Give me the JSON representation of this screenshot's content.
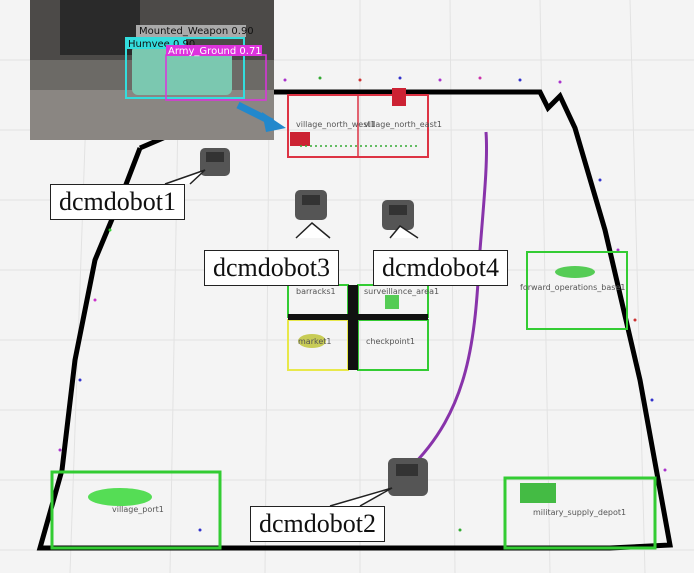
{
  "robots": [
    {
      "id": "dcmdobot1",
      "label": "dcmdobot1"
    },
    {
      "id": "dcmdobot2",
      "label": "dcmdobot2"
    },
    {
      "id": "dcmdobot3",
      "label": "dcmdobot3"
    },
    {
      "id": "dcmdobot4",
      "label": "dcmdobot4"
    }
  ],
  "zones": [
    {
      "id": "village_north_west",
      "label": "village_north_west1",
      "color": "#dd3344"
    },
    {
      "id": "village_north_east",
      "label": "village_north_east1",
      "color": "#dd3344"
    },
    {
      "id": "barracks",
      "label": "barracks1",
      "color": "#33cc33"
    },
    {
      "id": "surveillance",
      "label": "surveillance_area1",
      "color": "#33cc33"
    },
    {
      "id": "market",
      "label": "market1",
      "color": "#e8e84a"
    },
    {
      "id": "checkpoint",
      "label": "checkpoint1",
      "color": "#33cc33"
    },
    {
      "id": "forward_ops",
      "label": "forward_operations_base1",
      "color": "#33cc33"
    },
    {
      "id": "village_port",
      "label": "village_port1",
      "color": "#33cc33"
    },
    {
      "id": "supply_depot",
      "label": "military_supply_depot1",
      "color": "#33cc33"
    }
  ],
  "detections": [
    {
      "label": "Mounted_Weapon 0.90",
      "color": "#aaaaaa"
    },
    {
      "label": "Humvee 0.90",
      "color": "#33dddd"
    },
    {
      "label": "Army_Ground 0.71",
      "color": "#dd33dd"
    }
  ],
  "colors": {
    "wall": "#000000",
    "grid": "#dddddd",
    "path": "#8833aa",
    "arrow": "#2288cc"
  }
}
